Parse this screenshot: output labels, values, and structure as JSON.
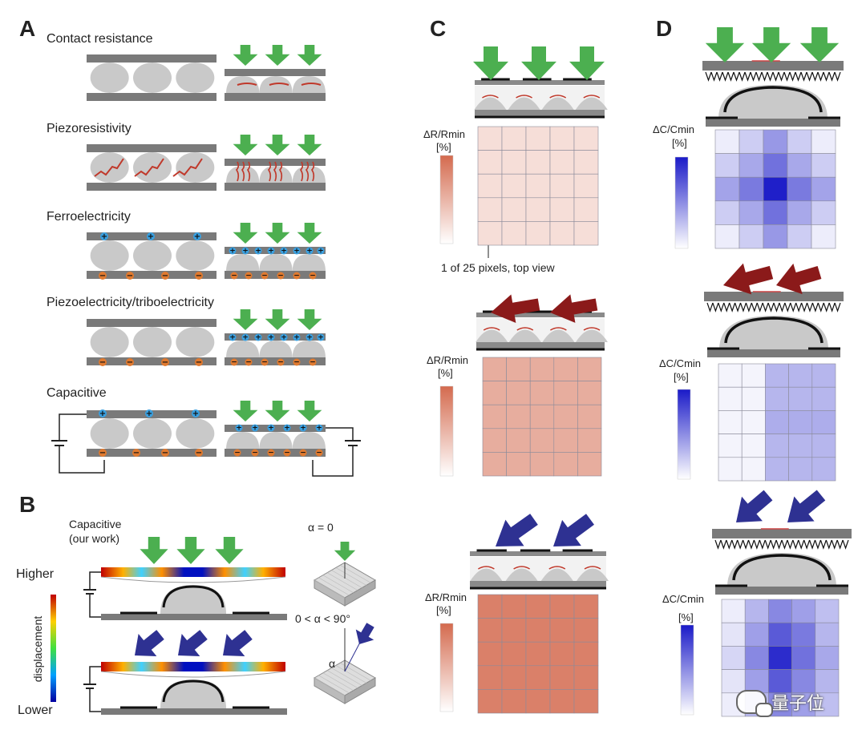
{
  "panels": {
    "a": "A",
    "b": "B",
    "c": "C",
    "d": "D"
  },
  "panel_a": {
    "rows": [
      {
        "title": "Contact resistance"
      },
      {
        "title": "Piezoresistivity"
      },
      {
        "title": "Ferroelectricity"
      },
      {
        "title": "Piezoelectricity/triboelectricity"
      },
      {
        "title": "Capacitive"
      }
    ],
    "plus_sign": "+",
    "minus_sign": "−"
  },
  "panel_b": {
    "title_line1": "Capacitive",
    "title_line2": "(our work)",
    "scale_high": "Higher",
    "scale_low": "Lower",
    "scale_label": "displacement",
    "angle_zero": "α = 0",
    "angle_range": "0 < α < 90°",
    "angle_symbol": "α"
  },
  "panel_c": {
    "ylabel": "ΔR/Rmin",
    "unit": "[%]",
    "annotation": "1 of 25 pixels, top view"
  },
  "panel_d": {
    "ylabel": "ΔC/Cmin",
    "unit": "[%]"
  },
  "chart_data": [
    {
      "type": "heatmap",
      "panel": "C",
      "force": "normal",
      "color": "#d46a4e",
      "values": [
        [
          0.22,
          0.22,
          0.22,
          0.22,
          0.22
        ],
        [
          0.22,
          0.22,
          0.22,
          0.22,
          0.22
        ],
        [
          0.22,
          0.22,
          0.22,
          0.22,
          0.22
        ],
        [
          0.22,
          0.22,
          0.22,
          0.22,
          0.22
        ],
        [
          0.22,
          0.22,
          0.22,
          0.22,
          0.22
        ]
      ]
    },
    {
      "type": "heatmap",
      "panel": "C",
      "force": "shear",
      "color": "#d46a4e",
      "values": [
        [
          0.55,
          0.55,
          0.55,
          0.55,
          0.55
        ],
        [
          0.55,
          0.55,
          0.55,
          0.55,
          0.55
        ],
        [
          0.55,
          0.55,
          0.55,
          0.55,
          0.55
        ],
        [
          0.55,
          0.55,
          0.55,
          0.55,
          0.55
        ],
        [
          0.55,
          0.55,
          0.55,
          0.55,
          0.55
        ]
      ]
    },
    {
      "type": "heatmap",
      "panel": "C",
      "force": "angled",
      "color": "#d46a4e",
      "values": [
        [
          0.85,
          0.85,
          0.85,
          0.85,
          0.85
        ],
        [
          0.85,
          0.85,
          0.85,
          0.85,
          0.85
        ],
        [
          0.85,
          0.85,
          0.85,
          0.85,
          0.85
        ],
        [
          0.85,
          0.85,
          0.85,
          0.85,
          0.85
        ],
        [
          0.85,
          0.85,
          0.85,
          0.85,
          0.85
        ]
      ]
    },
    {
      "type": "heatmap",
      "panel": "D",
      "force": "normal",
      "color": "#1a1ac8",
      "values": [
        [
          0.08,
          0.22,
          0.45,
          0.22,
          0.08
        ],
        [
          0.22,
          0.38,
          0.62,
          0.38,
          0.22
        ],
        [
          0.4,
          0.58,
          0.98,
          0.58,
          0.4
        ],
        [
          0.22,
          0.38,
          0.62,
          0.38,
          0.22
        ],
        [
          0.08,
          0.22,
          0.45,
          0.22,
          0.08
        ]
      ]
    },
    {
      "type": "heatmap",
      "panel": "D",
      "force": "shear",
      "color": "#1a1ac8",
      "values": [
        [
          0.05,
          0.05,
          0.32,
          0.32,
          0.32
        ],
        [
          0.05,
          0.05,
          0.32,
          0.32,
          0.32
        ],
        [
          0.05,
          0.05,
          0.36,
          0.36,
          0.36
        ],
        [
          0.05,
          0.05,
          0.32,
          0.32,
          0.32
        ],
        [
          0.05,
          0.05,
          0.32,
          0.32,
          0.32
        ]
      ]
    },
    {
      "type": "heatmap",
      "panel": "D",
      "force": "angled",
      "color": "#1a1ac8",
      "values": [
        [
          0.08,
          0.32,
          0.52,
          0.42,
          0.28
        ],
        [
          0.12,
          0.42,
          0.72,
          0.58,
          0.32
        ],
        [
          0.18,
          0.52,
          0.92,
          0.62,
          0.38
        ],
        [
          0.12,
          0.42,
          0.72,
          0.52,
          0.32
        ],
        [
          0.08,
          0.32,
          0.52,
          0.42,
          0.28
        ]
      ]
    }
  ],
  "colors": {
    "plate": "#7a7a7a",
    "dome": "#c9c9c9",
    "normal_arrow": "#4caf50",
    "shear_arrow": "#8b1a1a",
    "angled_arrow": "#2e3192",
    "crack": "#c0392b",
    "plus_charge": "#3aa0e0",
    "minus_charge": "#e07a30"
  },
  "watermark": "量子位"
}
